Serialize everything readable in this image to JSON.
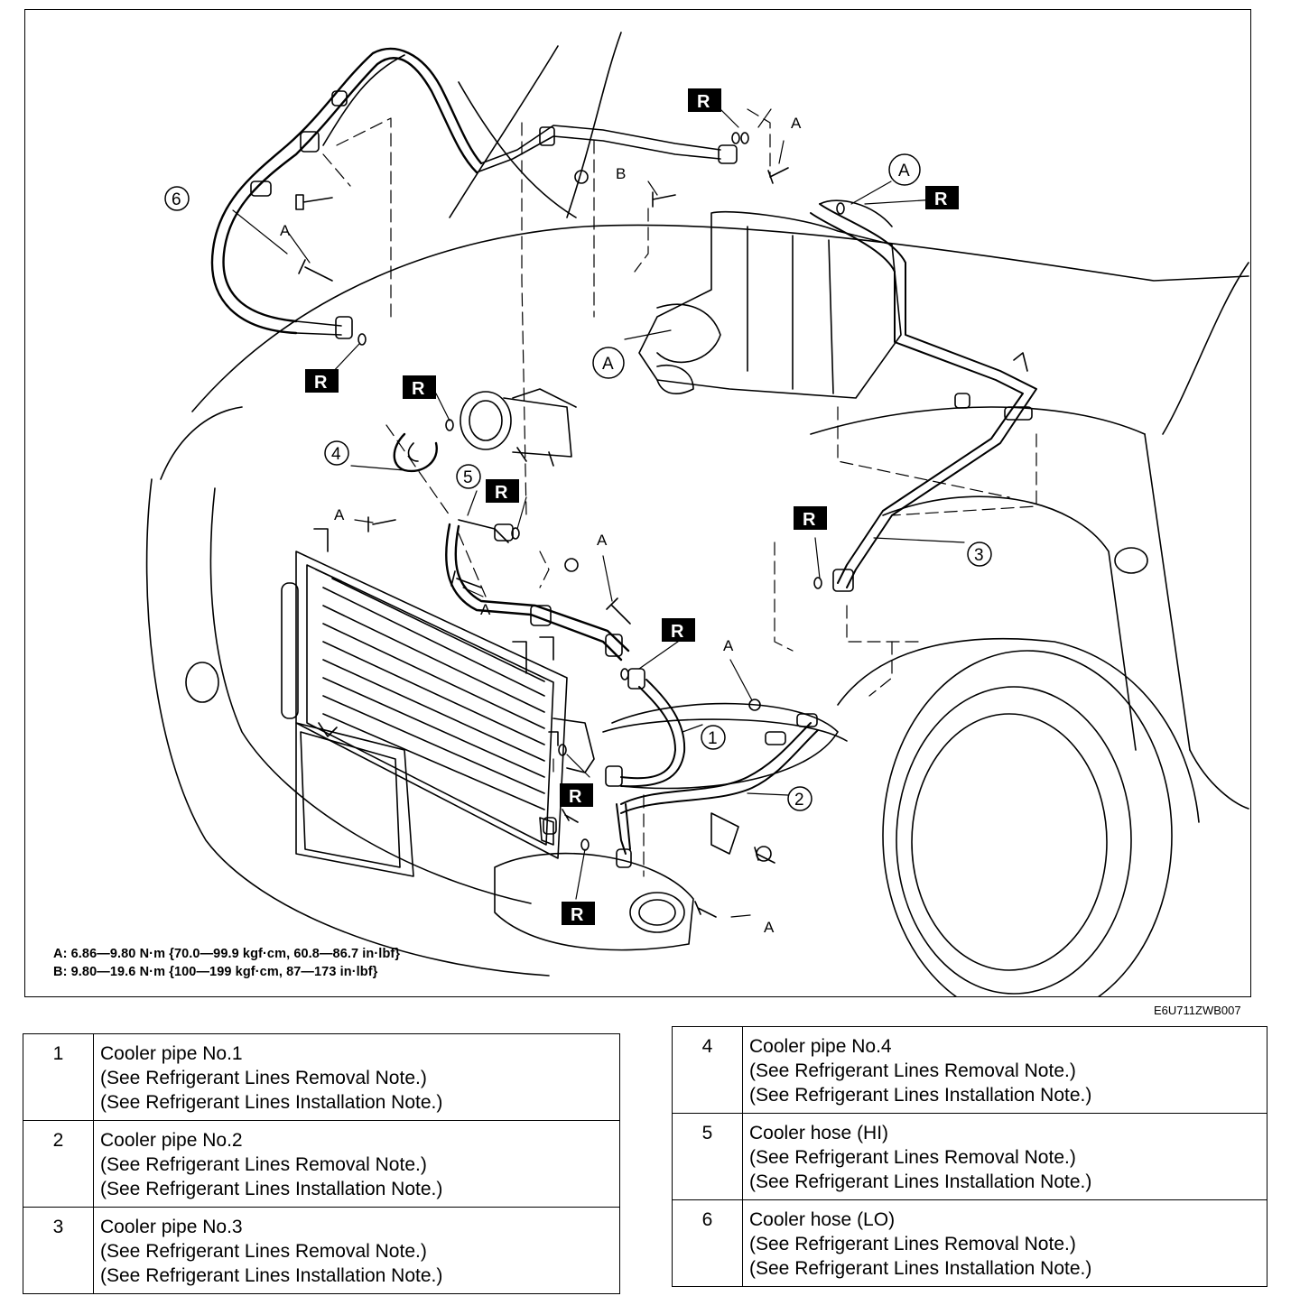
{
  "figure": {
    "callouts": {
      "r": "R",
      "a": "A",
      "b": "B",
      "n1": "1",
      "n2": "2",
      "n3": "3",
      "n4": "4",
      "n5": "5",
      "n6": "6"
    },
    "torque_a": "A: 6.86—9.80 N·m {70.0—99.9 kgf·cm, 60.8—86.7 in·lbf}",
    "torque_b": "B: 9.80—19.6 N·m {100—199 kgf·cm, 87—173 in·lbf}",
    "code": "E6U711ZWB007"
  },
  "legend_left": [
    {
      "num": "1",
      "name": "Cooler pipe No.1",
      "notes": [
        "(See Refrigerant Lines Removal Note.)",
        "(See Refrigerant Lines Installation Note.)"
      ]
    },
    {
      "num": "2",
      "name": "Cooler pipe No.2",
      "notes": [
        "(See Refrigerant Lines Removal Note.)",
        "(See Refrigerant Lines Installation Note.)"
      ]
    },
    {
      "num": "3",
      "name": "Cooler pipe No.3",
      "notes": [
        "(See Refrigerant Lines Removal Note.)",
        "(See Refrigerant Lines Installation Note.)"
      ]
    }
  ],
  "legend_right": [
    {
      "num": "4",
      "name": "Cooler pipe No.4",
      "notes": [
        "(See Refrigerant Lines Removal Note.)",
        "(See Refrigerant Lines Installation Note.)"
      ]
    },
    {
      "num": "5",
      "name": "Cooler hose (HI)",
      "notes": [
        "(See Refrigerant Lines Removal Note.)",
        "(See Refrigerant Lines Installation Note.)"
      ]
    },
    {
      "num": "6",
      "name": "Cooler hose (LO)",
      "notes": [
        "(See Refrigerant Lines Removal Note.)",
        "(See Refrigerant Lines Installation Note.)"
      ]
    }
  ]
}
